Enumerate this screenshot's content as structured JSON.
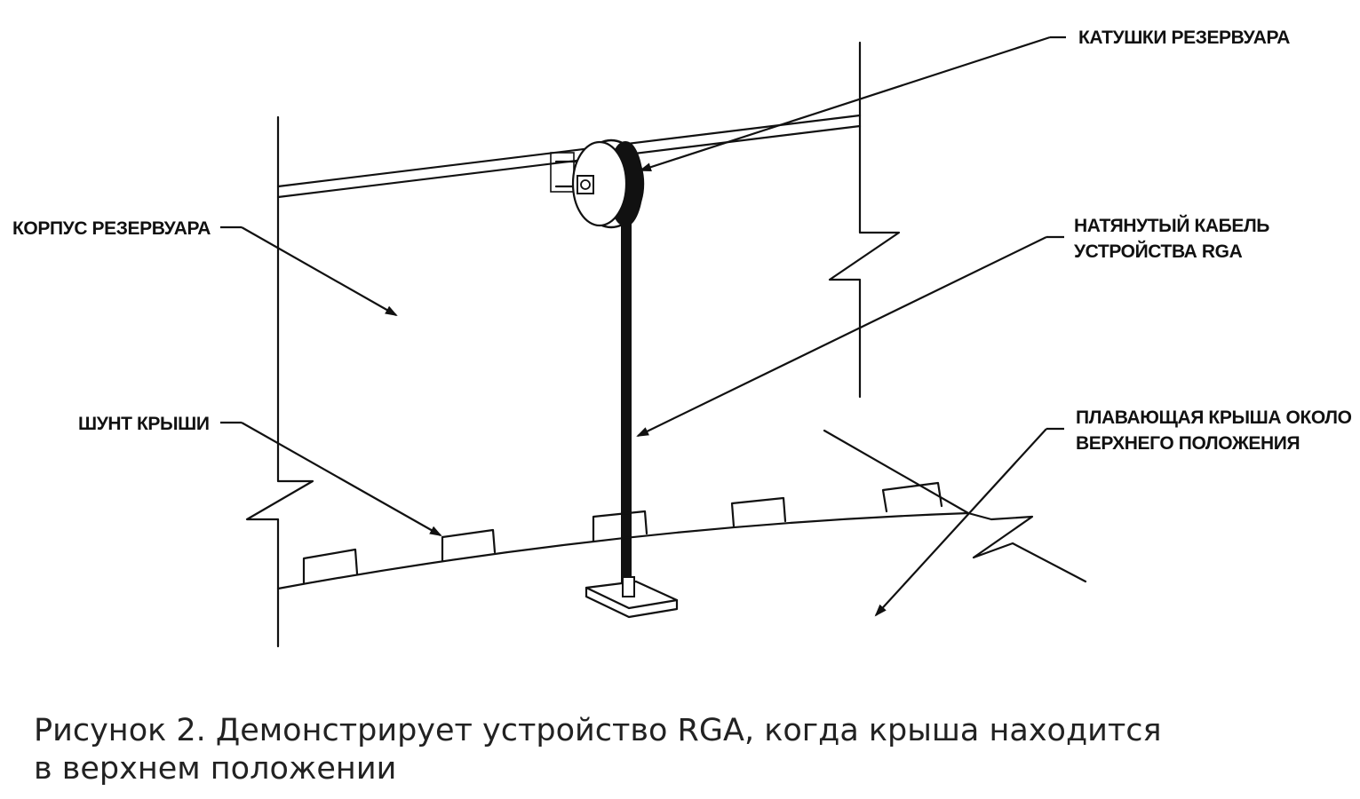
{
  "labels": {
    "reel": "КАТУШКИ РЕЗЕРВУАРА",
    "shell": "КОРПУС РЕЗЕРВУАРА",
    "cable_line1": "НАТЯНУТЫЙ КАБЕЛЬ",
    "cable_line2": "УСТРОЙСТВА RGA",
    "shunt": "ШУНТ КРЫШИ",
    "roof_line1": "ПЛАВАЮЩАЯ КРЫША ОКОЛО",
    "roof_line2": "ВЕРХНЕГО ПОЛОЖЕНИЯ"
  },
  "caption": {
    "line1": "Рисунок 2. Демонстрирует устройство RGA, когда крыша находится",
    "line2": "в верхнем положении"
  },
  "colors": {
    "ink": "#111111",
    "caption": "#222222",
    "background": "#ffffff"
  }
}
